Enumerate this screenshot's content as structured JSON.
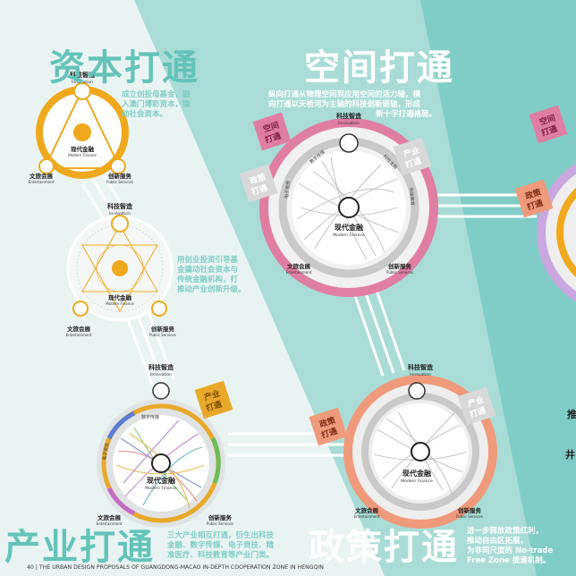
{
  "sections": {
    "capital": {
      "title": "资本打通",
      "desc": [
        "成立创投母基金，融",
        "入澳门博彩资本，撬",
        "动社会资本。"
      ],
      "desc2": [
        "用创业投资引导基",
        "金撬动社会资本与",
        "传统金融机构，打",
        "推动产业创新升级。"
      ]
    },
    "space": {
      "title": "空间打通",
      "desc": [
        "纵向打通从物理空间到应用空间的活力轴，横",
        "向打通以天桥河为主轴的科技创新链轴，形成",
        "新十字打通格局。"
      ]
    },
    "industry": {
      "title": "产业打通",
      "desc": [
        "三大产业相互打通，衍生出科技",
        "金融、数字传媒、电子竞技、精",
        "准医疗、科技教育等产业门类。"
      ]
    },
    "policy": {
      "title": "政策打通",
      "desc": [
        "进一步释放政策红利，",
        "推动自由区拓展，",
        "为非同尺度的 No-trade",
        "Free Zone 提速机制。"
      ]
    }
  },
  "labels": {
    "center_cn": "现代金融",
    "center_en": "Modern Finance",
    "top_cn": "科技智造",
    "top_en": "Innovation",
    "left_cn": "文旅会展",
    "left_en": "Entertainment",
    "right_cn": "创新服务",
    "right_en": "Public Services"
  },
  "tags": {
    "space": [
      "空间",
      "打通"
    ],
    "industry": [
      "产业",
      "打通"
    ],
    "policy": [
      "政策",
      "打通"
    ],
    "policy_right": [
      "政策",
      "打通"
    ],
    "space_right": [
      "空间",
      "打通"
    ]
  },
  "ring_words": {
    "digital": "数字传媒",
    "tech_finance": "科技金融",
    "esports": "电子竞技",
    "education": "科技教育"
  },
  "edge_chars": [
    "推",
    "井"
  ],
  "footer": "40 | THE URBAN DESIGN PROPOSALS OF GUANGDONG-MACAO IN-DEPTH COOPERATION ZONE IN HENGQIN",
  "colors": {
    "capital": "#f0a81c",
    "space": "#e07ea2",
    "industry": "#e8a92a",
    "policy": "#f09a7c",
    "bg_light": "#e9f4f2",
    "bg_teal": "#7fcdc6",
    "title_teal": "#63c3b9"
  }
}
